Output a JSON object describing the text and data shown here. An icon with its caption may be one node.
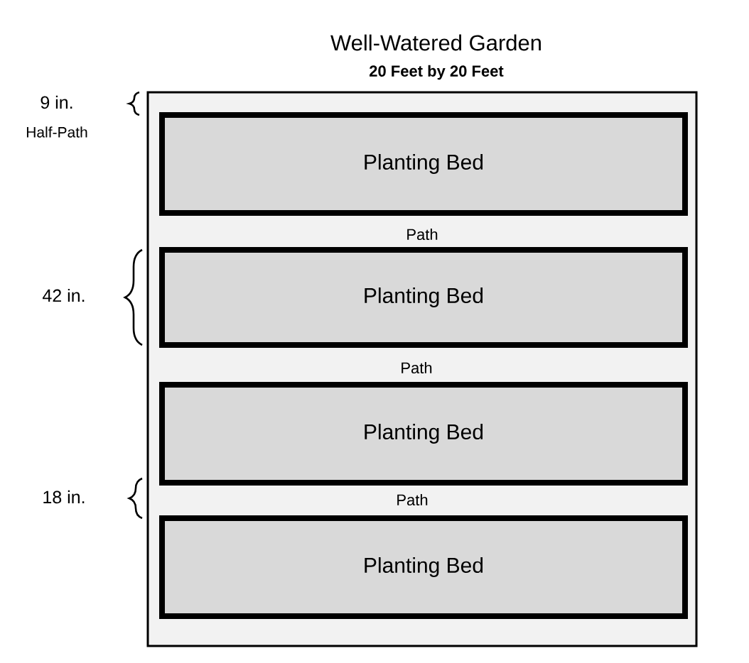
{
  "diagram": {
    "title": "Well-Watered Garden",
    "nodes": [
      {
        "text": [],
        "shape": "box"
      },
      {
        "text": [
          "Planting Bed"
        ],
        "in": 0
      },
      {
        "text": [
          "Planting Bed"
        ],
        "in": 0
      },
      {
        "text": [
          "Planting Bed"
        ],
        "in": 0
      },
      {
        "text": [
          "Planting Bed"
        ],
        "in": 0
      }
    ],
    "edges": [],
    "labels": [
      "20 Feet by 20 Feet",
      "9 in.",
      "Half-Path",
      "Path",
      "42 in.",
      "Path",
      "18 in.",
      "Path"
    ]
  }
}
